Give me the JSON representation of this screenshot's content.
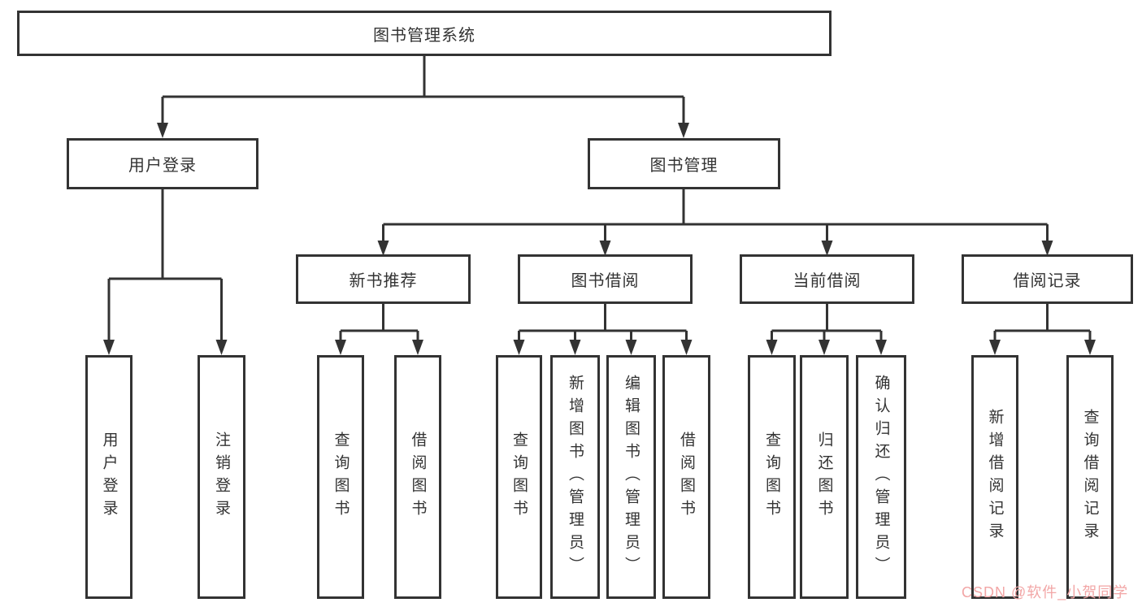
{
  "diagram": {
    "root": {
      "label": "图书管理系统"
    },
    "branches": {
      "user_login": {
        "label": "用户登录",
        "children": [
          {
            "label": "用户登录"
          },
          {
            "label": "注销登录"
          }
        ]
      },
      "book_mgmt": {
        "label": "图书管理",
        "children": [
          {
            "label": "新书推荐",
            "children": [
              {
                "label": "查询图书"
              },
              {
                "label": "借阅图书"
              }
            ]
          },
          {
            "label": "图书借阅",
            "children": [
              {
                "label": "查询图书"
              },
              {
                "label": "新增图书（管理员）"
              },
              {
                "label": "编辑图书（管理员）"
              },
              {
                "label": "借阅图书"
              }
            ]
          },
          {
            "label": "当前借阅",
            "children": [
              {
                "label": "查询图书"
              },
              {
                "label": "归还图书"
              },
              {
                "label": "确认归还（管理员）"
              }
            ]
          },
          {
            "label": "借阅记录",
            "children": [
              {
                "label": "新增借阅记录"
              },
              {
                "label": "查询借阅记录"
              }
            ]
          }
        ]
      }
    }
  },
  "watermark": {
    "text": "CSDN @软件_小贺同学"
  },
  "colors": {
    "line": "#333333",
    "text": "#333333",
    "background": "#ffffff",
    "watermark": "#f2a6a6"
  }
}
